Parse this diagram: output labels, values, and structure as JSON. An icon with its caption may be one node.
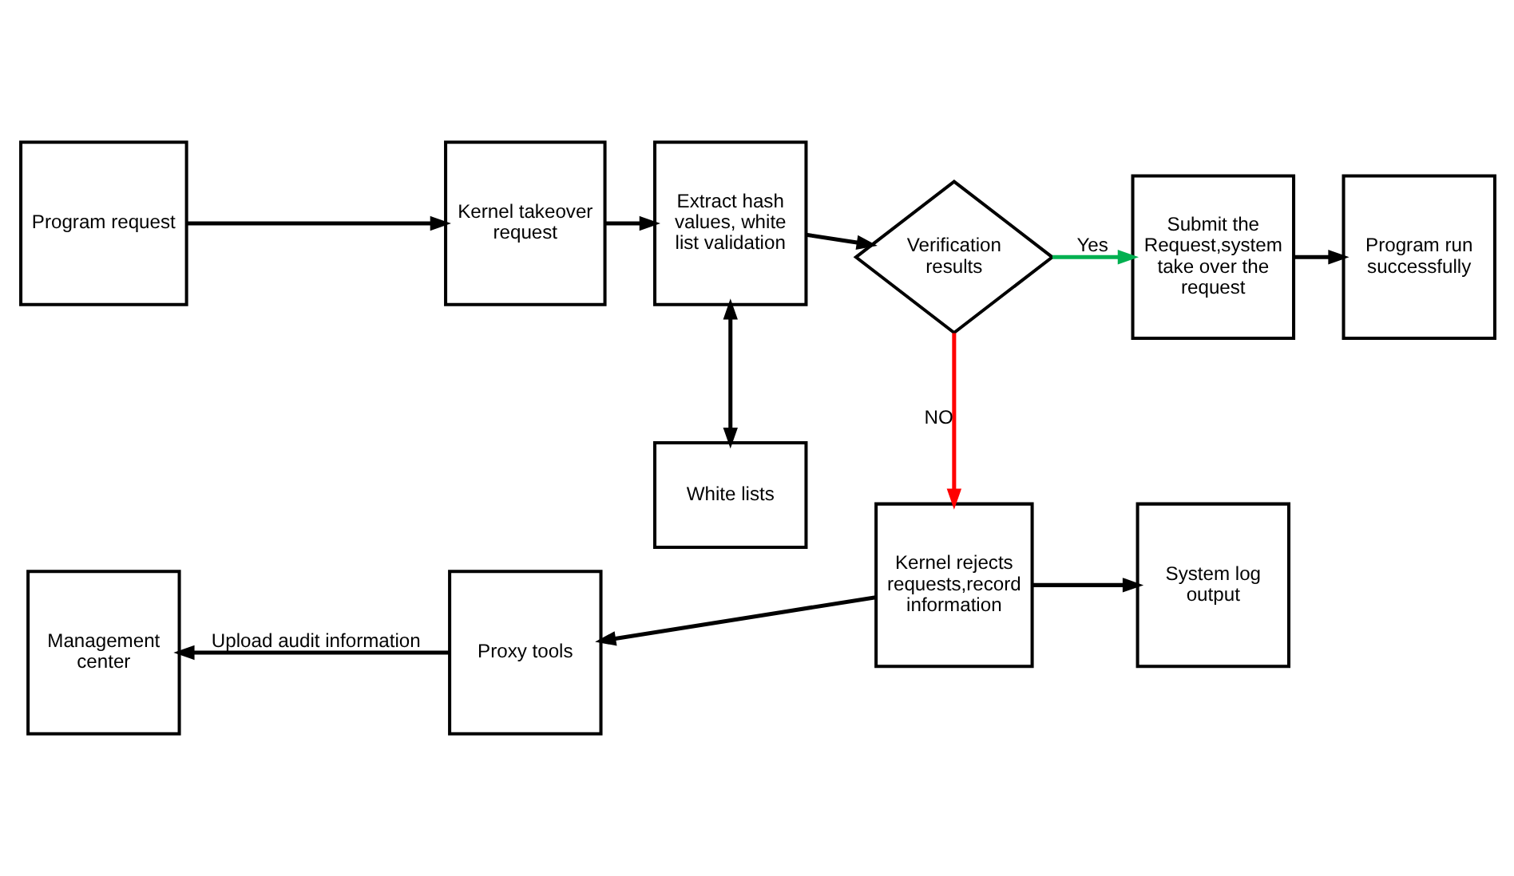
{
  "diagram": {
    "nodes": [
      {
        "text": [
          "Program request"
        ]
      },
      {
        "text": [
          "Kernel takeover request"
        ]
      },
      {
        "text": [
          "Extract hash values, white list validation"
        ]
      },
      {
        "text": [
          "White lists"
        ]
      },
      {
        "text": [
          "Verification results"
        ]
      },
      {
        "text": [
          "Submit the Request,system take over the request"
        ]
      },
      {
        "text": [
          "Program run successfully"
        ]
      },
      {
        "text": [
          "Kernel rejects requests,record information"
        ]
      },
      {
        "text": [
          "System log output"
        ]
      },
      {
        "text": [
          "Proxy tools"
        ]
      },
      {
        "text": [
          "Management center"
        ]
      }
    ],
    "edges": [
      {
        "from": 0,
        "to": 1,
        "arrow": "to"
      },
      {
        "from": 1,
        "to": 2,
        "arrow": "to"
      },
      {
        "from": 2,
        "to": 3,
        "arrow": "both"
      },
      {
        "from": 2,
        "to": 4,
        "arrow": "to"
      },
      {
        "from": 4,
        "to": 5,
        "arrow": "to",
        "label": "Yes",
        "color": "#00b050"
      },
      {
        "from": 5,
        "to": 6,
        "arrow": "to"
      },
      {
        "from": 4,
        "to": 7,
        "arrow": "to",
        "label": "NO",
        "color": "#ff0000"
      },
      {
        "from": 7,
        "to": 8,
        "arrow": "to"
      },
      {
        "from": 7,
        "to": 9,
        "arrow": "to"
      },
      {
        "from": 9,
        "to": 10,
        "arrow": "to",
        "label": "Upload audit information"
      }
    ]
  }
}
